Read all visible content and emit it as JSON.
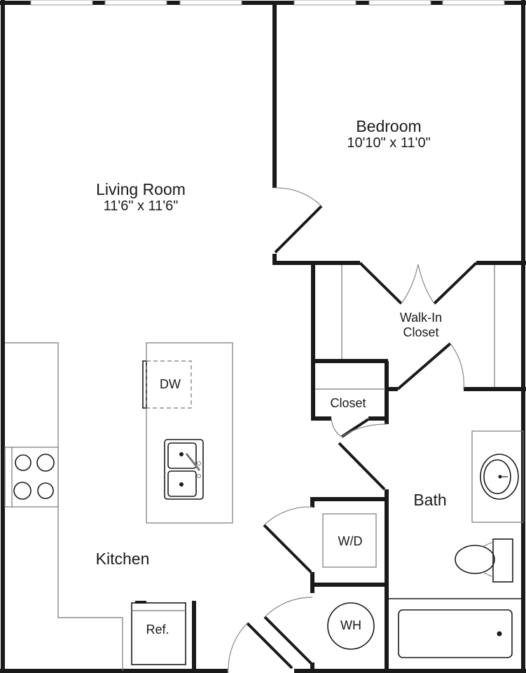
{
  "floor_plan": {
    "rooms": [
      {
        "id": "living",
        "name": "Living Room",
        "dimensions": "11'6\" x 11'6\""
      },
      {
        "id": "bedroom",
        "name": "Bedroom",
        "dimensions": "10'10\" x 11'0\""
      },
      {
        "id": "walkin",
        "name": "Walk-In",
        "name_line2": "Closet"
      },
      {
        "id": "closet",
        "name": "Closet"
      },
      {
        "id": "bath",
        "name": "Bath"
      },
      {
        "id": "kitchen",
        "name": "Kitchen"
      }
    ],
    "fixtures": {
      "dishwasher": "DW",
      "washer_dryer": "W/D",
      "water_heater": "WH",
      "refrigerator": "Ref."
    },
    "colors": {
      "wall": "#1a1a1a",
      "fixture_line": "#777777",
      "background": "#ffffff"
    }
  }
}
